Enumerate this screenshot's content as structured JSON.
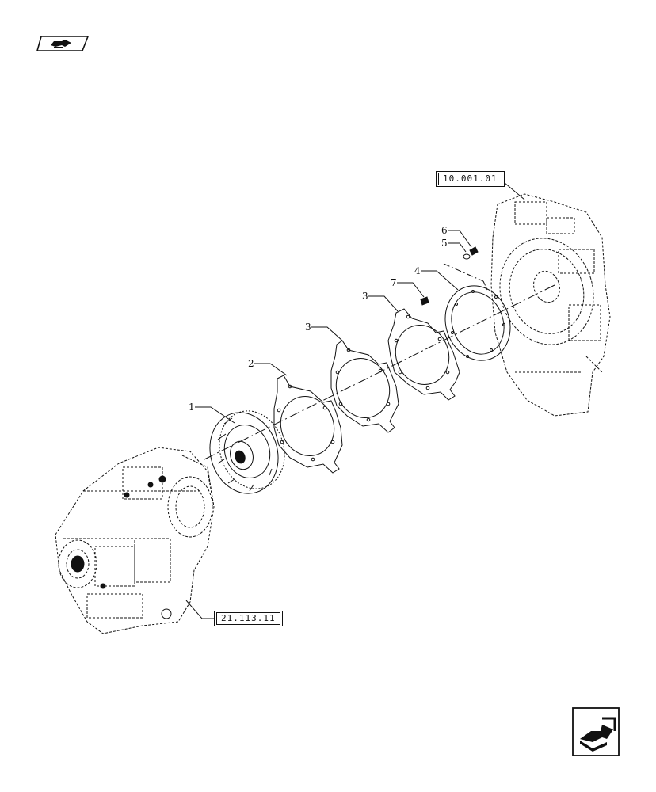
{
  "references": {
    "engine_ref": "10.001.01",
    "transmission_ref": "21.113.11"
  },
  "callouts": [
    {
      "num": "1",
      "part": "torque converter"
    },
    {
      "num": "2",
      "part": "plate"
    },
    {
      "num": "3",
      "part": "plate"
    },
    {
      "num": "3",
      "part": "plate"
    },
    {
      "num": "4",
      "part": "gasket"
    },
    {
      "num": "5",
      "part": "washer"
    },
    {
      "num": "6",
      "part": "screw"
    },
    {
      "num": "7",
      "part": "screw"
    }
  ],
  "navigation": {
    "prev_icon": "hand-arrow-left-icon",
    "next_icon": "hand-arrow-right-icon"
  },
  "colors": {
    "line": "#111111",
    "background": "#ffffff"
  }
}
